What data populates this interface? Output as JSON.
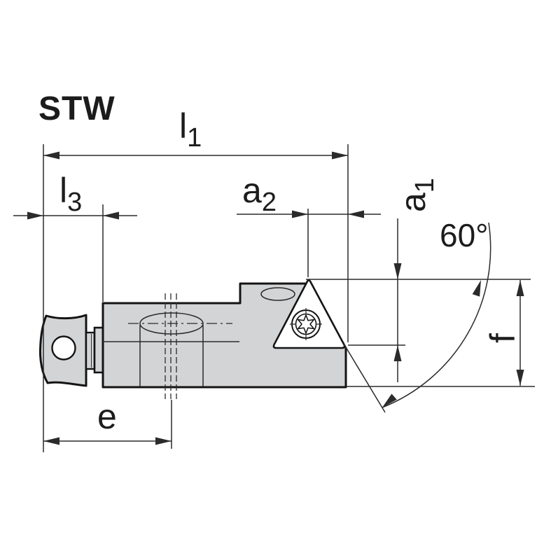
{
  "title": "STW",
  "drawing": {
    "type": "technical-dimension-drawing",
    "subject": "threading tool holder with triangular insert"
  },
  "labels": {
    "l1": {
      "main": "l",
      "sub": "1"
    },
    "l3": {
      "main": "l",
      "sub": "3"
    },
    "a2": {
      "main": "a",
      "sub": "2"
    },
    "a1": {
      "main": "a",
      "sub": "1"
    },
    "angle": "60°",
    "f": "f",
    "e": "e"
  },
  "colors": {
    "background": "#ffffff",
    "body_fill": "#d3d4d6",
    "outline": "#141414",
    "dimension": "#2b2b2b",
    "text": "#1c1c1c"
  }
}
